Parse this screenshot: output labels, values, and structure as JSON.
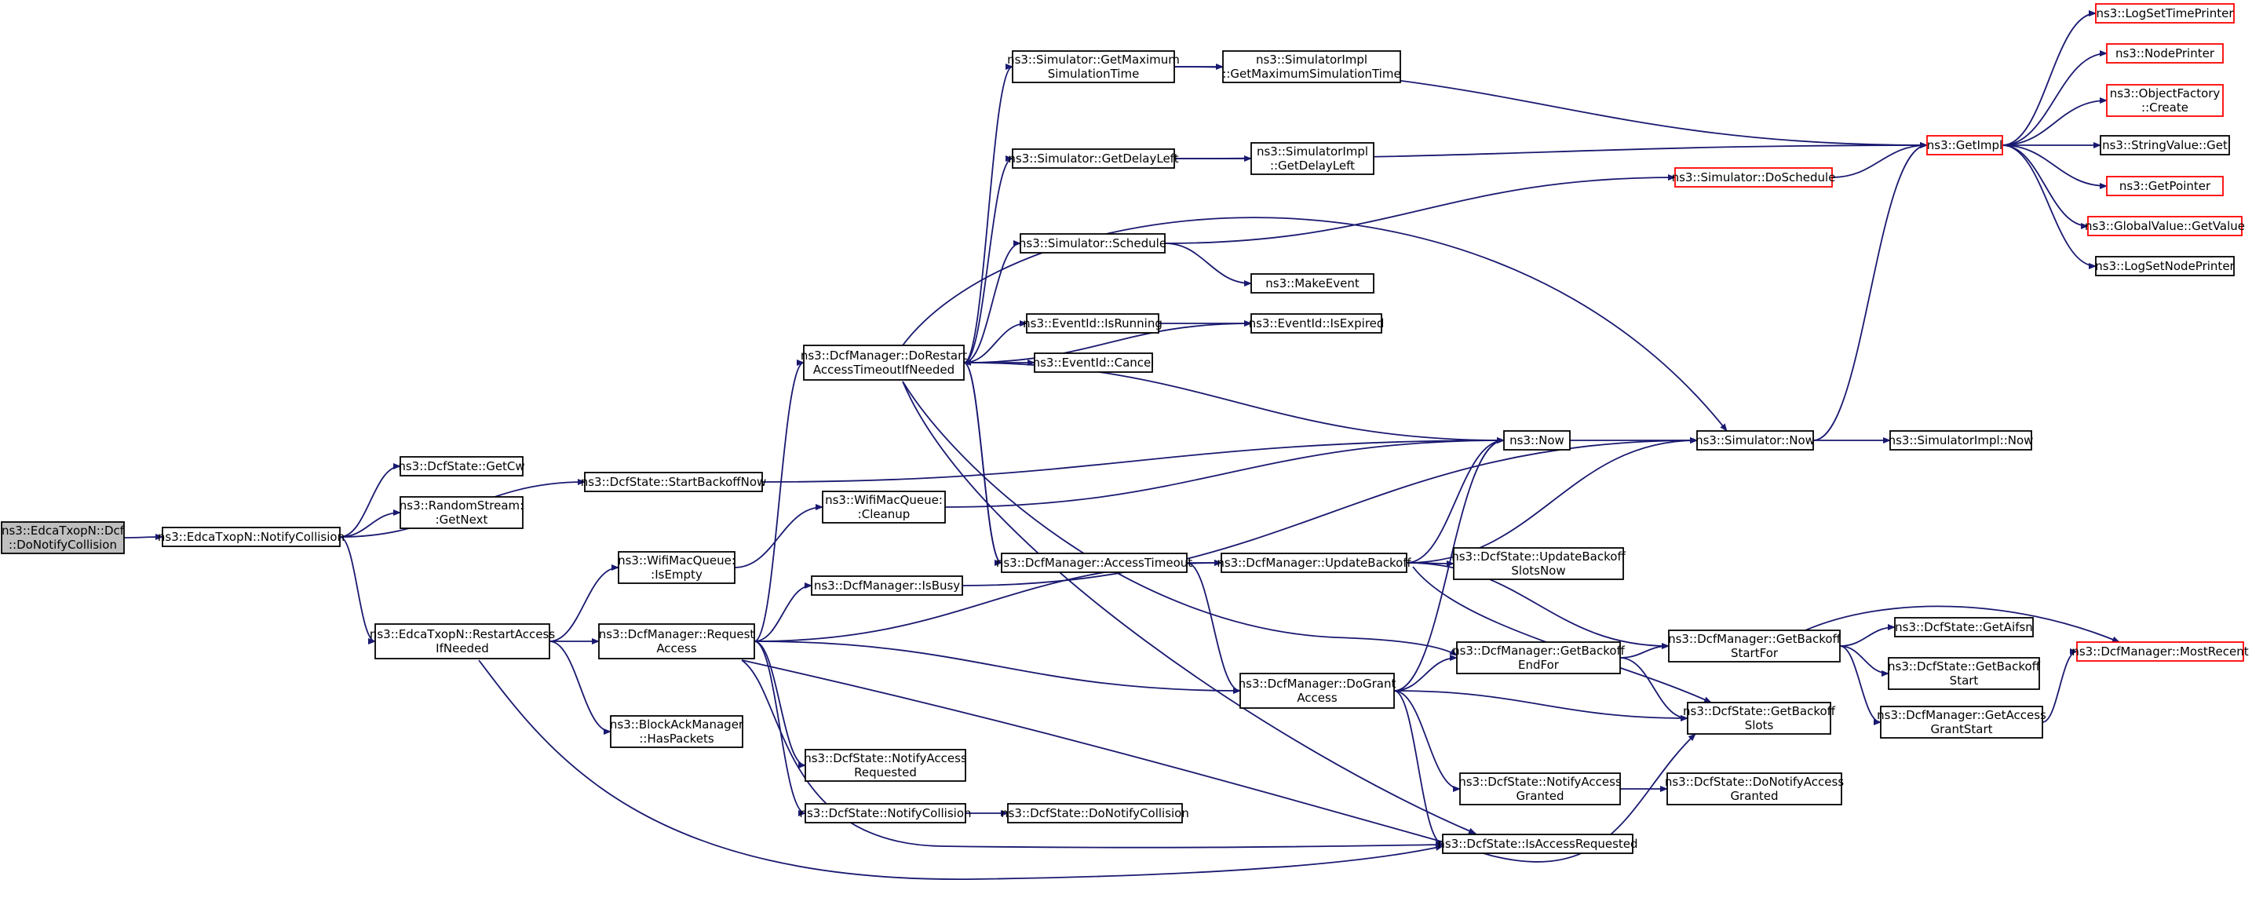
{
  "graph": {
    "title": "",
    "colors": {
      "edge": "#191970",
      "node_border": "#000000",
      "node_border_external": "#ff0000",
      "root_fill": "#bfbfbf",
      "node_fill": "#ffffff"
    },
    "nodes": [
      {
        "id": "root",
        "lines": [
          "ns3::EdcaTxopN::Dcf",
          "::DoNotifyCollision"
        ],
        "style": "root"
      },
      {
        "id": "notifycollision",
        "lines": [
          "ns3::EdcaTxopN::NotifyCollision"
        ],
        "style": "normal"
      },
      {
        "id": "getcw",
        "lines": [
          "ns3::DcfState::GetCw"
        ],
        "style": "normal"
      },
      {
        "id": "randomnext",
        "lines": [
          "ns3::RandomStream:",
          ":GetNext"
        ],
        "style": "normal"
      },
      {
        "id": "startbackoff",
        "lines": [
          "ns3::DcfState::StartBackoffNow"
        ],
        "style": "normal"
      },
      {
        "id": "restartaccess",
        "lines": [
          "ns3::EdcaTxopN::RestartAccess",
          "IfNeeded"
        ],
        "style": "normal"
      },
      {
        "id": "isempty",
        "lines": [
          "ns3::WifiMacQueue:",
          ":IsEmpty"
        ],
        "style": "normal"
      },
      {
        "id": "cleanup",
        "lines": [
          "ns3::WifiMacQueue:",
          ":Cleanup"
        ],
        "style": "normal"
      },
      {
        "id": "isbusy",
        "lines": [
          "ns3::DcfManager::IsBusy"
        ],
        "style": "normal"
      },
      {
        "id": "requestaccess",
        "lines": [
          "ns3::DcfManager::Request",
          "Access"
        ],
        "style": "normal"
      },
      {
        "id": "haspackets",
        "lines": [
          "ns3::BlockAckManager",
          "::HasPackets"
        ],
        "style": "normal"
      },
      {
        "id": "notifyaccessreq",
        "lines": [
          "ns3::DcfState::NotifyAccess",
          "Requested"
        ],
        "style": "normal"
      },
      {
        "id": "dcfnotifycoll",
        "lines": [
          "ns3::DcfState::NotifyCollision"
        ],
        "style": "normal"
      },
      {
        "id": "donotifycoll",
        "lines": [
          "ns3::DcfState::DoNotifyCollision"
        ],
        "style": "normal"
      },
      {
        "id": "dorestart",
        "lines": [
          "ns3::DcfManager::DoRestart",
          "AccessTimeoutIfNeeded"
        ],
        "style": "normal"
      },
      {
        "id": "getmaxsim",
        "lines": [
          "ns3::Simulator::GetMaximum",
          "SimulationTime"
        ],
        "style": "normal"
      },
      {
        "id": "implgetmax",
        "lines": [
          "ns3::SimulatorImpl",
          "::GetMaximumSimulationTime"
        ],
        "style": "normal"
      },
      {
        "id": "getdelayleft",
        "lines": [
          "ns3::Simulator::GetDelayLeft"
        ],
        "style": "normal"
      },
      {
        "id": "implgetdelay",
        "lines": [
          "ns3::SimulatorImpl",
          "::GetDelayLeft"
        ],
        "style": "normal"
      },
      {
        "id": "schedule",
        "lines": [
          "ns3::Simulator::Schedule"
        ],
        "style": "normal"
      },
      {
        "id": "makeevent",
        "lines": [
          "ns3::MakeEvent"
        ],
        "style": "normal"
      },
      {
        "id": "isrunning",
        "lines": [
          "ns3::EventId::IsRunning"
        ],
        "style": "normal"
      },
      {
        "id": "isexpired",
        "lines": [
          "ns3::EventId::IsExpired"
        ],
        "style": "normal"
      },
      {
        "id": "cancel",
        "lines": [
          "ns3::EventId::Cancel"
        ],
        "style": "normal"
      },
      {
        "id": "doschedule",
        "lines": [
          "ns3::Simulator::DoSchedule"
        ],
        "style": "external"
      },
      {
        "id": "getimpl",
        "lines": [
          "ns3::GetImpl"
        ],
        "style": "external"
      },
      {
        "id": "logsettime",
        "lines": [
          "ns3::LogSetTimePrinter"
        ],
        "style": "external"
      },
      {
        "id": "nodeprinter",
        "lines": [
          "ns3::NodePrinter"
        ],
        "style": "external"
      },
      {
        "id": "objfactory",
        "lines": [
          "ns3::ObjectFactory",
          "::Create"
        ],
        "style": "external"
      },
      {
        "id": "stringvalue",
        "lines": [
          "ns3::StringValue::Get"
        ],
        "style": "normal"
      },
      {
        "id": "getpointer",
        "lines": [
          "ns3::GetPointer"
        ],
        "style": "external"
      },
      {
        "id": "globalvalue",
        "lines": [
          "ns3::GlobalValue::GetValue"
        ],
        "style": "external"
      },
      {
        "id": "logsetnode",
        "lines": [
          "ns3::LogSetNodePrinter"
        ],
        "style": "normal"
      },
      {
        "id": "now",
        "lines": [
          "ns3::Now"
        ],
        "style": "normal"
      },
      {
        "id": "simnow",
        "lines": [
          "ns3::Simulator::Now"
        ],
        "style": "normal"
      },
      {
        "id": "implnow",
        "lines": [
          "ns3::SimulatorImpl::Now"
        ],
        "style": "normal"
      },
      {
        "id": "accesstimeout",
        "lines": [
          "ns3::DcfManager::AccessTimeout"
        ],
        "style": "normal"
      },
      {
        "id": "updatebackoff",
        "lines": [
          "ns3::DcfManager::UpdateBackoff"
        ],
        "style": "normal"
      },
      {
        "id": "updatebackoffslots",
        "lines": [
          "ns3::DcfState::UpdateBackoff",
          "SlotsNow"
        ],
        "style": "normal"
      },
      {
        "id": "dogrant",
        "lines": [
          "ns3::DcfManager::DoGrant",
          "Access"
        ],
        "style": "normal"
      },
      {
        "id": "getbackoffend",
        "lines": [
          "ns3::DcfManager::GetBackoff",
          "EndFor"
        ],
        "style": "normal"
      },
      {
        "id": "getbackoffstart",
        "lines": [
          "ns3::DcfManager::GetBackoff",
          "StartFor"
        ],
        "style": "normal"
      },
      {
        "id": "getaifsn",
        "lines": [
          "ns3::DcfState::GetAifsn"
        ],
        "style": "normal"
      },
      {
        "id": "dcfgetbackoffstart",
        "lines": [
          "ns3::DcfState::GetBackoff",
          "Start"
        ],
        "style": "normal"
      },
      {
        "id": "getaccessgrant",
        "lines": [
          "ns3::DcfManager::GetAccess",
          "GrantStart"
        ],
        "style": "normal"
      },
      {
        "id": "mostrecent",
        "lines": [
          "ns3::DcfManager::MostRecent"
        ],
        "style": "external"
      },
      {
        "id": "getbackoffslots",
        "lines": [
          "ns3::DcfState::GetBackoff",
          "Slots"
        ],
        "style": "normal"
      },
      {
        "id": "notifygranted",
        "lines": [
          "ns3::DcfState::NotifyAccess",
          "Granted"
        ],
        "style": "normal"
      },
      {
        "id": "donotifygranted",
        "lines": [
          "ns3::DcfState::DoNotifyAccess",
          "Granted"
        ],
        "style": "normal"
      },
      {
        "id": "isaccessreq",
        "lines": [
          "ns3::DcfState::IsAccessRequested"
        ],
        "style": "normal"
      }
    ],
    "edges": [
      {
        "from": "root",
        "to": "notifycollision"
      },
      {
        "from": "notifycollision",
        "to": "getcw"
      },
      {
        "from": "notifycollision",
        "to": "randomnext"
      },
      {
        "from": "notifycollision",
        "to": "startbackoff"
      },
      {
        "from": "notifycollision",
        "to": "restartaccess"
      },
      {
        "from": "startbackoff",
        "to": "now"
      },
      {
        "from": "restartaccess",
        "to": "isempty"
      },
      {
        "from": "restartaccess",
        "to": "requestaccess"
      },
      {
        "from": "restartaccess",
        "to": "haspackets"
      },
      {
        "from": "restartaccess",
        "to": "isaccessreq"
      },
      {
        "from": "isempty",
        "to": "cleanup"
      },
      {
        "from": "cleanup",
        "to": "now"
      },
      {
        "from": "isbusy",
        "to": "simnow"
      },
      {
        "from": "requestaccess",
        "to": "isbusy"
      },
      {
        "from": "requestaccess",
        "to": "dorestart"
      },
      {
        "from": "requestaccess",
        "to": "updatebackoff"
      },
      {
        "from": "requestaccess",
        "to": "dogrant"
      },
      {
        "from": "requestaccess",
        "to": "notifyaccessreq"
      },
      {
        "from": "requestaccess",
        "to": "dcfnotifycoll"
      },
      {
        "from": "requestaccess",
        "to": "isaccessreq"
      },
      {
        "from": "requestaccess",
        "to": "getbackoffslots"
      },
      {
        "from": "dcfnotifycoll",
        "to": "donotifycoll"
      },
      {
        "from": "dorestart",
        "to": "getmaxsim"
      },
      {
        "from": "dorestart",
        "to": "getdelayleft"
      },
      {
        "from": "dorestart",
        "to": "schedule"
      },
      {
        "from": "dorestart",
        "to": "isrunning"
      },
      {
        "from": "dorestart",
        "to": "isexpired"
      },
      {
        "from": "dorestart",
        "to": "cancel"
      },
      {
        "from": "dorestart",
        "to": "now"
      },
      {
        "from": "dorestart",
        "to": "simnow"
      },
      {
        "from": "dorestart",
        "to": "accesstimeout"
      },
      {
        "from": "dorestart",
        "to": "getbackoffend"
      },
      {
        "from": "dorestart",
        "to": "isaccessreq"
      },
      {
        "from": "getmaxsim",
        "to": "implgetmax"
      },
      {
        "from": "getmaxsim",
        "to": "getimpl"
      },
      {
        "from": "getdelayleft",
        "to": "implgetdelay"
      },
      {
        "from": "getdelayleft",
        "to": "getimpl"
      },
      {
        "from": "schedule",
        "to": "doschedule"
      },
      {
        "from": "schedule",
        "to": "makeevent"
      },
      {
        "from": "isrunning",
        "to": "isexpired"
      },
      {
        "from": "doschedule",
        "to": "getimpl"
      },
      {
        "from": "getimpl",
        "to": "logsettime"
      },
      {
        "from": "getimpl",
        "to": "nodeprinter"
      },
      {
        "from": "getimpl",
        "to": "objfactory"
      },
      {
        "from": "getimpl",
        "to": "stringvalue"
      },
      {
        "from": "getimpl",
        "to": "getpointer"
      },
      {
        "from": "getimpl",
        "to": "globalvalue"
      },
      {
        "from": "getimpl",
        "to": "logsetnode"
      },
      {
        "from": "now",
        "to": "simnow"
      },
      {
        "from": "simnow",
        "to": "getimpl"
      },
      {
        "from": "simnow",
        "to": "implnow"
      },
      {
        "from": "accesstimeout",
        "to": "dorestart"
      },
      {
        "from": "accesstimeout",
        "to": "updatebackoff"
      },
      {
        "from": "accesstimeout",
        "to": "dogrant"
      },
      {
        "from": "updatebackoff",
        "to": "now"
      },
      {
        "from": "updatebackoff",
        "to": "simnow"
      },
      {
        "from": "updatebackoff",
        "to": "updatebackoffslots"
      },
      {
        "from": "updatebackoff",
        "to": "getbackoffstart"
      },
      {
        "from": "updatebackoff",
        "to": "getbackoffslots"
      },
      {
        "from": "dogrant",
        "to": "now"
      },
      {
        "from": "dogrant",
        "to": "getbackoffend"
      },
      {
        "from": "dogrant",
        "to": "getbackoffslots"
      },
      {
        "from": "dogrant",
        "to": "notifygranted"
      },
      {
        "from": "dogrant",
        "to": "isaccessreq"
      },
      {
        "from": "getbackoffend",
        "to": "getbackoffstart"
      },
      {
        "from": "getbackoffend",
        "to": "getbackoffslots"
      },
      {
        "from": "getbackoffstart",
        "to": "getaifsn"
      },
      {
        "from": "getbackoffstart",
        "to": "dcfgetbackoffstart"
      },
      {
        "from": "getbackoffstart",
        "to": "getaccessgrant"
      },
      {
        "from": "getbackoffstart",
        "to": "mostrecent"
      },
      {
        "from": "getaccessgrant",
        "to": "mostrecent"
      },
      {
        "from": "notifygranted",
        "to": "donotifygranted"
      }
    ]
  }
}
